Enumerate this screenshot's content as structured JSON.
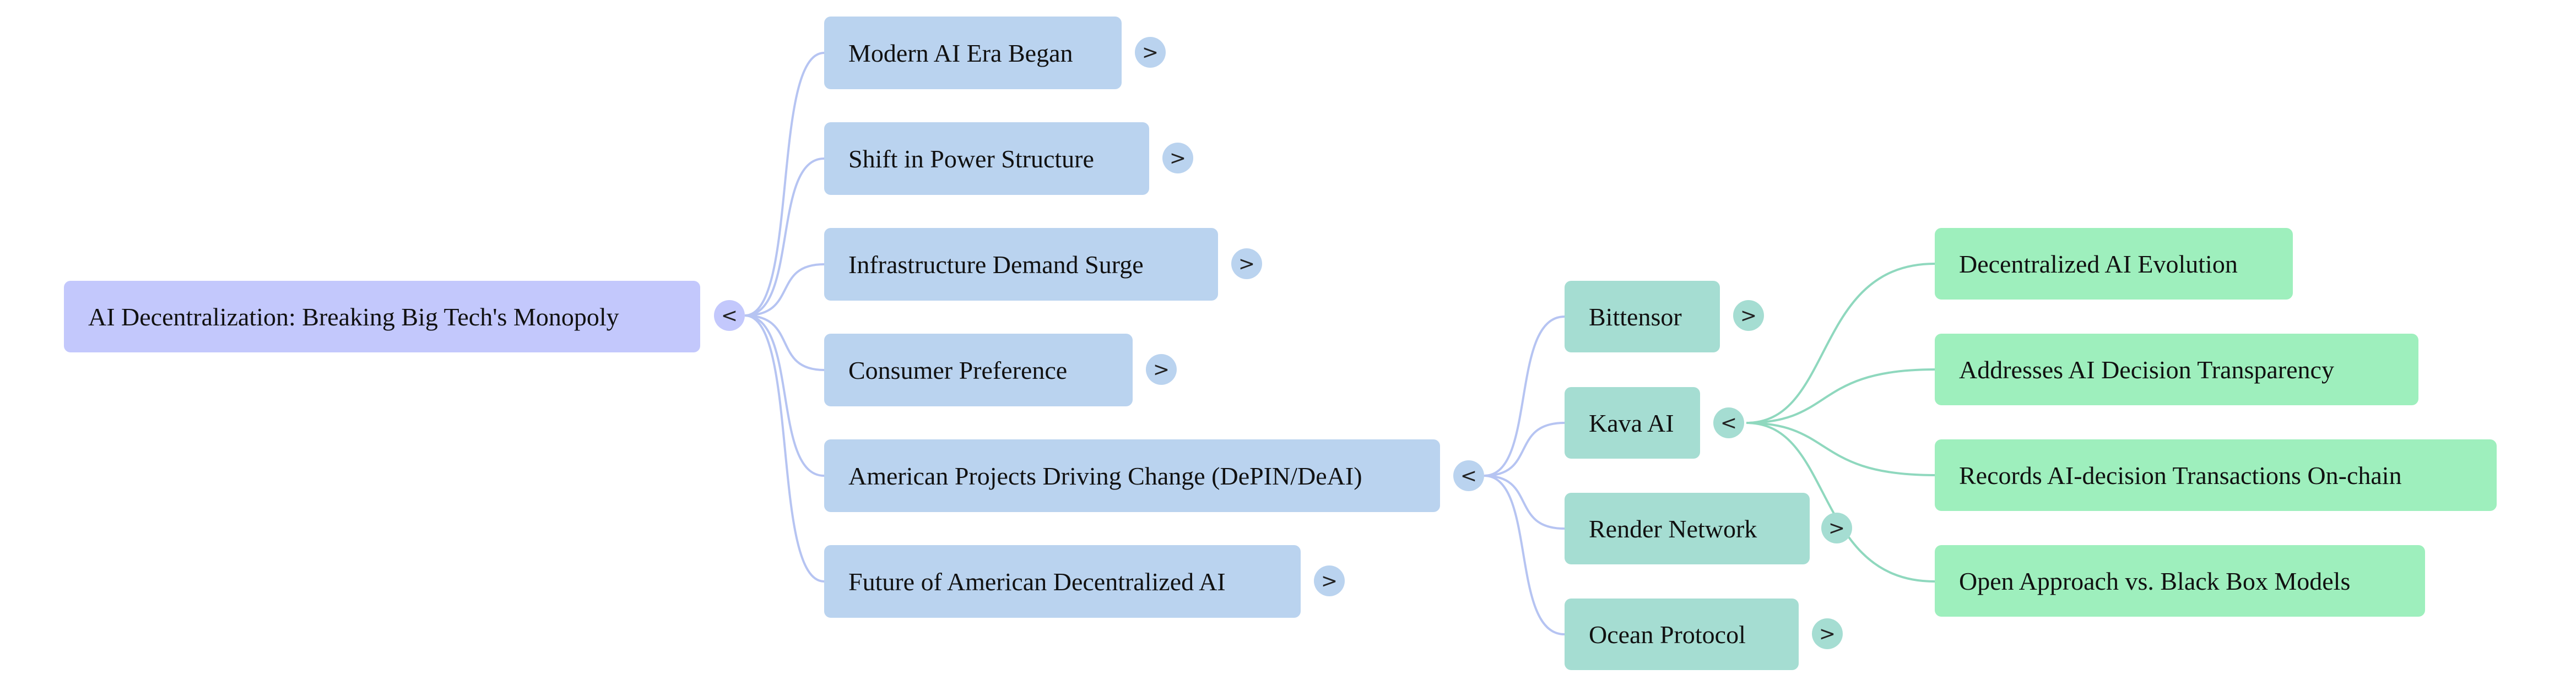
{
  "diagram": {
    "type": "mindmap",
    "root": {
      "label": "AI Decentralization: Breaking Big Tech's Monopoly",
      "toggle": "<",
      "children": [
        {
          "label": "Modern AI Era Began",
          "toggle": ">"
        },
        {
          "label": "Shift in Power Structure",
          "toggle": ">"
        },
        {
          "label": "Infrastructure Demand Surge",
          "toggle": ">"
        },
        {
          "label": "Consumer Preference",
          "toggle": ">"
        },
        {
          "label": "American Projects Driving Change (DePIN/DeAI)",
          "toggle": "<",
          "children": [
            {
              "label": "Bittensor",
              "toggle": ">"
            },
            {
              "label": "Kava AI",
              "toggle": "<",
              "children": [
                {
                  "label": "Decentralized AI Evolution"
                },
                {
                  "label": "Addresses AI Decision Transparency"
                },
                {
                  "label": "Records AI-decision Transactions On-chain"
                },
                {
                  "label": "Open Approach vs. Black Box Models"
                }
              ]
            },
            {
              "label": "Render Network",
              "toggle": ">"
            },
            {
              "label": "Ocean Protocol",
              "toggle": ">"
            }
          ]
        },
        {
          "label": "Future of American Decentralized AI",
          "toggle": ">"
        }
      ]
    }
  },
  "colors": {
    "root_fill": "#c3c8fc",
    "level1_fill": "#bad3ef",
    "level2_fill": "#a5ddd2",
    "level3_fill": "#9eefbd",
    "edge_blue": "#b6c4f2",
    "edge_green": "#8fd8be"
  }
}
